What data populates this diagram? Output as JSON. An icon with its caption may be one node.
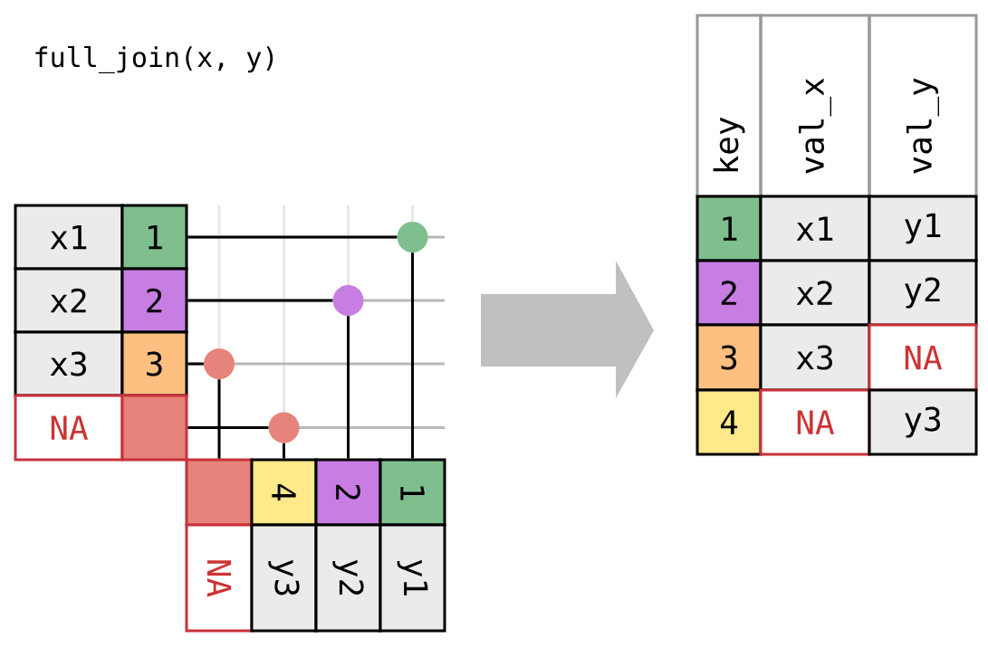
{
  "diagram": {
    "title": "full_join(x, y)",
    "nodes": [
      {
        "text": [
          "x1"
        ]
      },
      {
        "text": [
          "1"
        ]
      },
      {
        "text": [
          "x2"
        ]
      },
      {
        "text": [
          "2"
        ]
      },
      {
        "text": [
          "x3"
        ]
      },
      {
        "text": [
          "3"
        ]
      },
      {
        "text": [
          "NA"
        ]
      },
      {
        "text": [],
        "shape": "box"
      },
      {
        "text": [],
        "shape": "box"
      },
      {
        "text": [
          "4"
        ]
      },
      {
        "text": [
          "2"
        ]
      },
      {
        "text": [
          "1"
        ]
      },
      {
        "text": [
          "NA"
        ]
      },
      {
        "text": [
          "y3"
        ]
      },
      {
        "text": [
          "y2"
        ]
      },
      {
        "text": [
          "y1"
        ]
      },
      {
        "text": [],
        "shape": "circle"
      },
      {
        "text": [],
        "shape": "circle"
      },
      {
        "text": [],
        "shape": "circle"
      },
      {
        "text": [],
        "shape": "circle"
      }
    ],
    "edges": [
      {
        "from": 1,
        "to": 16,
        "arrow": "none"
      },
      {
        "from": 16,
        "to": 11,
        "arrow": "none"
      },
      {
        "from": 3,
        "to": 17,
        "arrow": "none"
      },
      {
        "from": 17,
        "to": 10,
        "arrow": "none"
      },
      {
        "from": 5,
        "to": 18,
        "arrow": "none"
      },
      {
        "from": 18,
        "to": 8,
        "arrow": "none"
      },
      {
        "from": 7,
        "to": 19,
        "arrow": "none"
      },
      {
        "from": 19,
        "to": 9,
        "arrow": "none"
      }
    ],
    "labels": [
      "key",
      "val_x",
      "val_y",
      "1",
      "x1",
      "y1",
      "2",
      "x2",
      "y2",
      "3",
      "x3",
      "NA",
      "4",
      "NA",
      "y3"
    ]
  }
}
